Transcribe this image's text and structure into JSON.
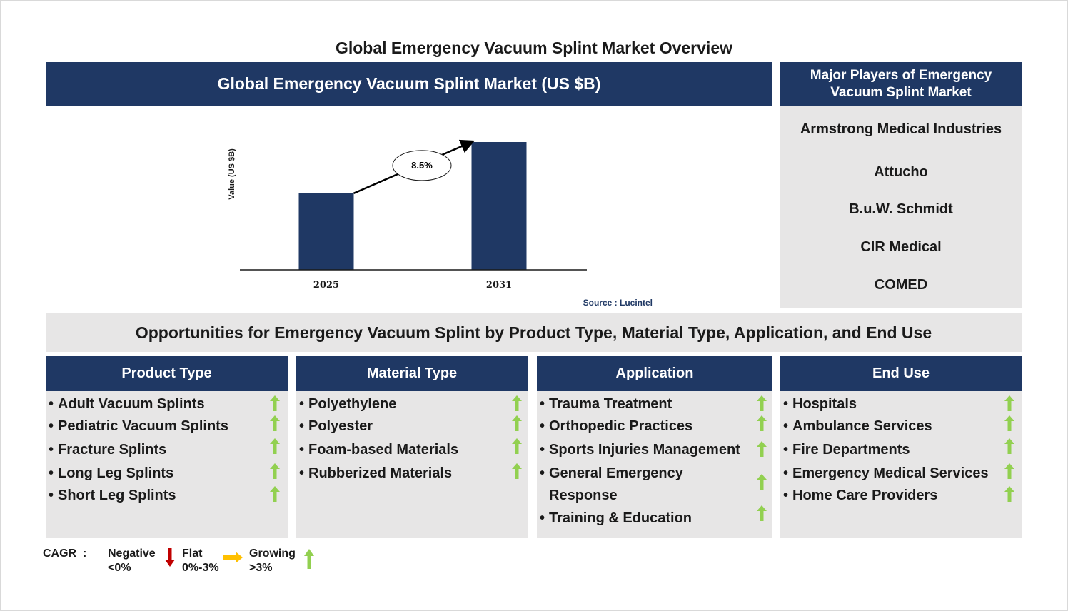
{
  "title": "Global Emergency Vacuum Splint Market Overview",
  "chart_header": "Global Emergency Vacuum Splint Market (US $B)",
  "chart_data": {
    "type": "bar",
    "categories": [
      "2025",
      "2031"
    ],
    "values": [
      1.0,
      1.67
    ],
    "ylabel": "Value (US $B)",
    "xlabel": "",
    "ylim": [
      0,
      1.67
    ],
    "annotation": "8.5%",
    "source": "Source : Lucintel",
    "bar_color": "#1f3864",
    "grid": false
  },
  "players": {
    "header": "Major Players of Emergency Vacuum Splint Market",
    "items": [
      "Armstrong Medical Industries",
      "Attucho",
      "B.u.W. Schmidt",
      "CIR Medical",
      "COMED"
    ]
  },
  "opportunities_title": "Opportunities for Emergency Vacuum Splint by Product Type, Material Type, Application, and End Use",
  "columns": [
    {
      "title": "Product Type",
      "items": [
        {
          "label": "Adult Vacuum Splints",
          "trend": "growing"
        },
        {
          "label": "Pediatric Vacuum Splints",
          "trend": "growing"
        },
        {
          "label": "Fracture Splints",
          "trend": "growing"
        },
        {
          "label": "Long Leg Splints",
          "trend": "growing"
        },
        {
          "label": "Short Leg Splints",
          "trend": "growing"
        }
      ]
    },
    {
      "title": "Material Type",
      "items": [
        {
          "label": "Polyethylene",
          "trend": "growing"
        },
        {
          "label": "Polyester",
          "trend": "growing"
        },
        {
          "label": "Foam-based Materials",
          "trend": "growing"
        },
        {
          "label": "Rubberized Materials",
          "trend": "growing"
        }
      ]
    },
    {
      "title": "Application",
      "items": [
        {
          "label": "Trauma Treatment",
          "trend": "growing"
        },
        {
          "label": "Orthopedic Practices",
          "trend": "growing"
        },
        {
          "label": "Sports Injuries Management",
          "trend": "growing"
        },
        {
          "label": "General Emergency",
          "label_line2": "Response",
          "trend": "growing"
        },
        {
          "label": "Training & Education",
          "trend": "growing"
        }
      ]
    },
    {
      "title": "End Use",
      "items": [
        {
          "label": "Hospitals",
          "trend": "growing"
        },
        {
          "label": "Ambulance Services",
          "trend": "growing"
        },
        {
          "label": "Fire Departments",
          "trend": "growing"
        },
        {
          "label": "Emergency Medical Services",
          "trend": "growing"
        },
        {
          "label": "Home Care Providers",
          "trend": "growing"
        }
      ]
    }
  ],
  "legend": {
    "cagr_label": "CAGR",
    "colon": ":",
    "negative": {
      "label": "Negative",
      "range": "<0%",
      "color": "#c00000",
      "icon": "down-arrow-icon"
    },
    "flat": {
      "label": "Flat",
      "range": "0%-3%",
      "color": "#ffc000",
      "icon": "right-arrow-icon"
    },
    "growing": {
      "label": "Growing",
      "range": ">3%",
      "color": "#92d050",
      "icon": "up-arrow-icon"
    }
  }
}
